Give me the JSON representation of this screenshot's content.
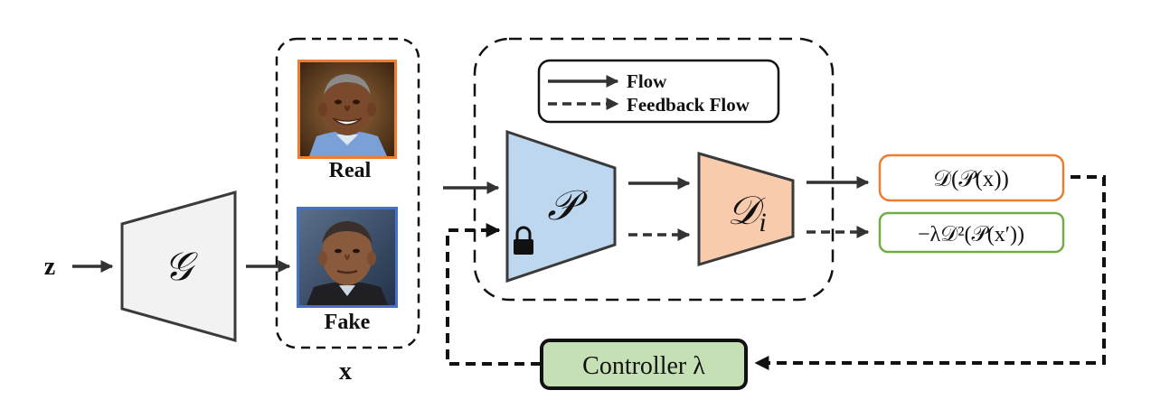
{
  "inputs": {
    "z_label": "z",
    "x_label": "x"
  },
  "blocks": {
    "generator": "𝒢",
    "predictor": "𝒫",
    "discriminator_main": "𝒟",
    "discriminator_sub": "i",
    "controller": "Controller λ"
  },
  "images": {
    "real_label": "Real",
    "fake_label": "Fake"
  },
  "legend": {
    "flow": "Flow",
    "feedback": "Feedback Flow"
  },
  "outputs": {
    "top": "𝒟(𝒫(x))",
    "bottom": "−λ𝒟²(𝒫(x′))"
  },
  "colors": {
    "generator_fill": "#f2f2f2",
    "predictor_fill": "#bdd7ee",
    "discriminator_fill": "#f8cbad",
    "controller_fill": "#c5e0b4",
    "real_border": "#ed7d31",
    "fake_border": "#4472c4",
    "output_top_border": "#ed7d31",
    "output_bottom_border": "#70ad47",
    "line": "#333333"
  }
}
